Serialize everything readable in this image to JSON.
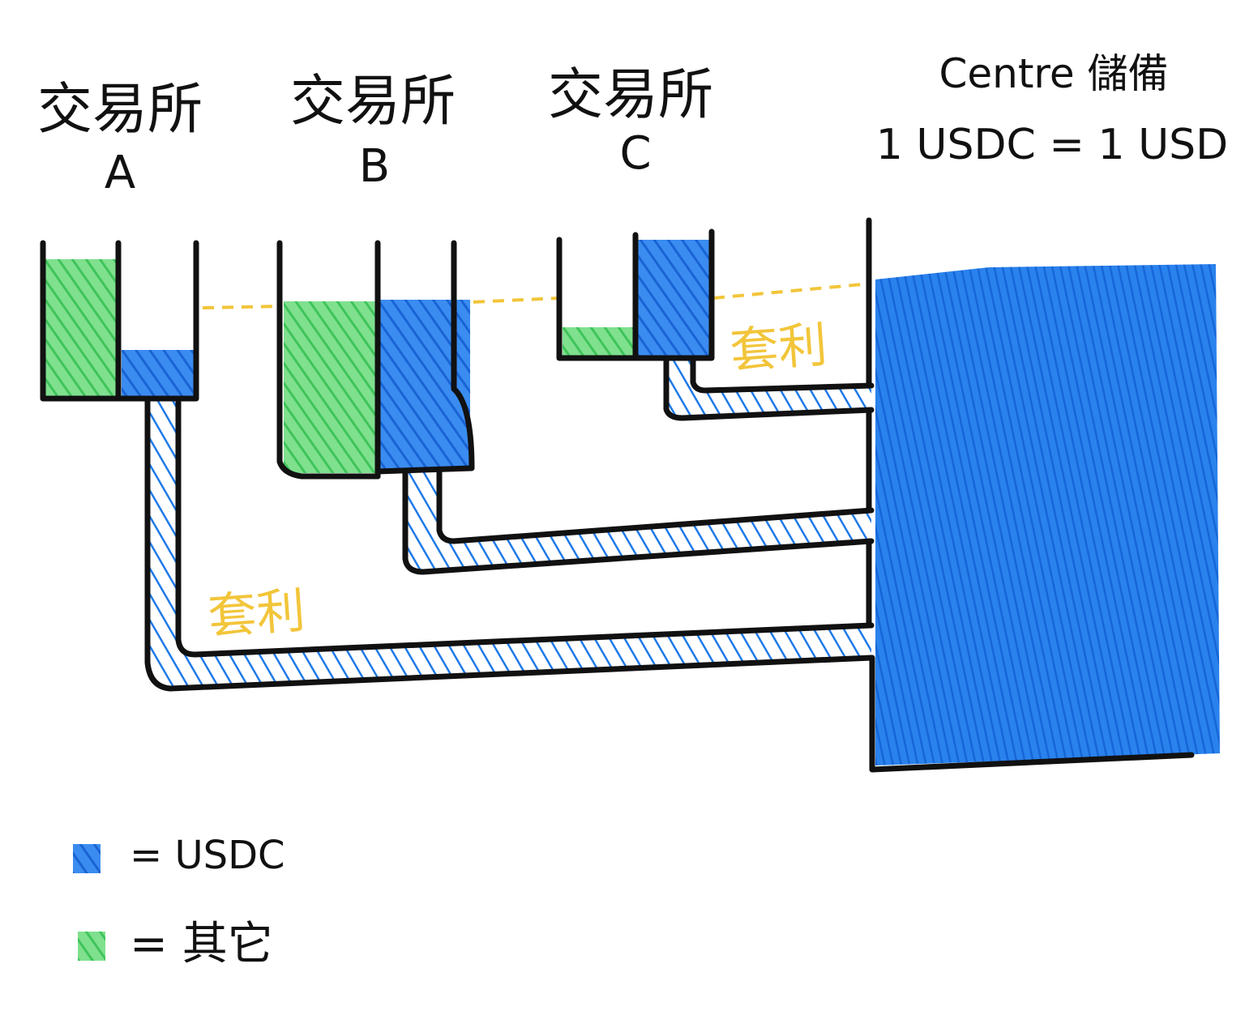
{
  "colors": {
    "usdc": "#1f7ae8",
    "other": "#55d36a",
    "arbitrage": "#f2c53a",
    "outline": "#111111",
    "background": "#ffffff"
  },
  "exchanges": [
    {
      "line1": "交易所",
      "line2": "A"
    },
    {
      "line1": "交易所",
      "line2": "B"
    },
    {
      "line1": "交易所",
      "line2": "C"
    }
  ],
  "reserve": {
    "title": "Centre 儲備",
    "peg": "1 USDC = 1 USD"
  },
  "arbitrage_labels": [
    "套利",
    "套利"
  ],
  "legend": [
    {
      "color": "#1f7ae8",
      "label": "= USDC"
    },
    {
      "color": "#55d36a",
      "label": "= 其它"
    }
  ]
}
